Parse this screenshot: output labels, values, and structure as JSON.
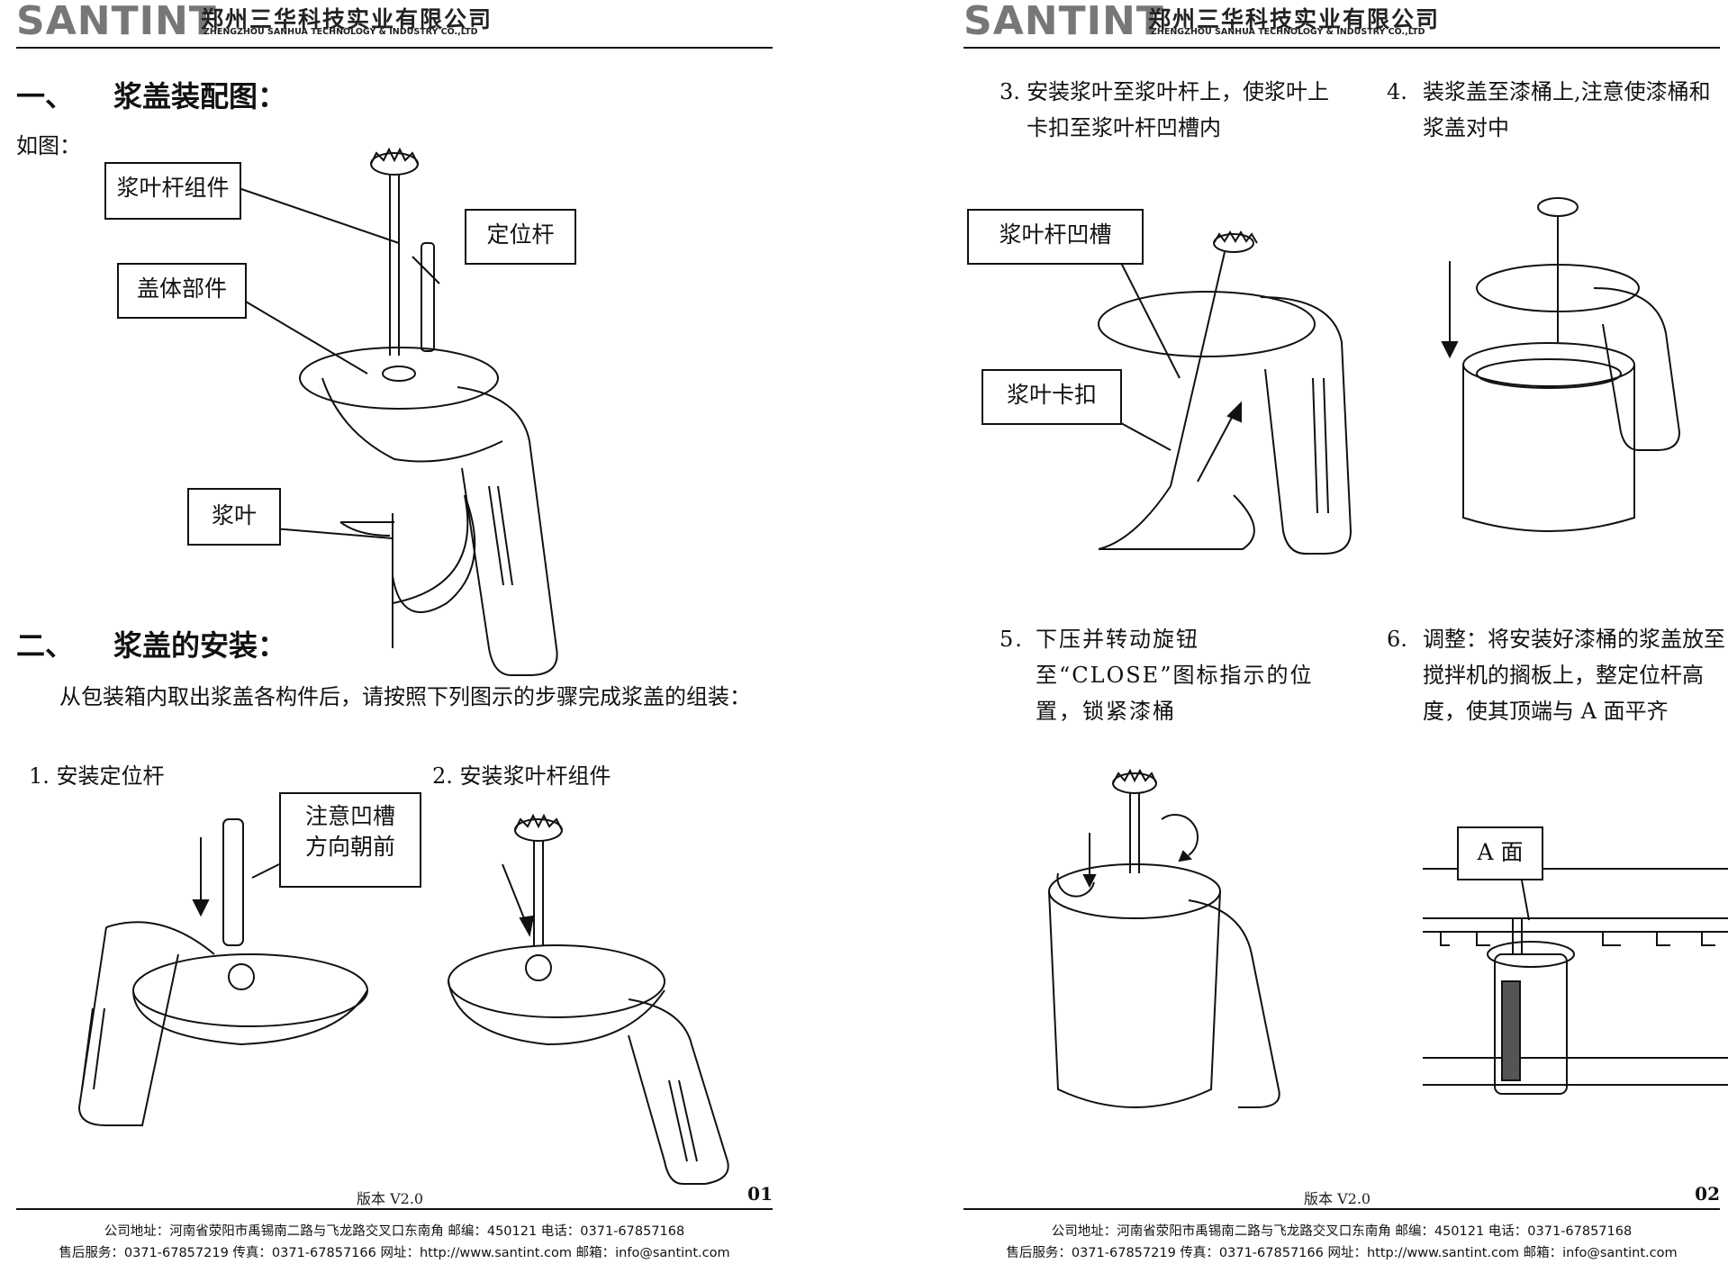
{
  "header": {
    "logo_text": "SANTINT",
    "company_cn": "郑州三华科技实业有限公司",
    "company_en": "ZHENGZHOU SANHUA TECHNOLOGY & INDUSTRY CO.,LTD"
  },
  "page1": {
    "section1": {
      "number": "一、",
      "title": "浆盖装配图：",
      "intro": "如图："
    },
    "labels": {
      "paddle_rod_assembly": "浆叶杆组件",
      "positioning_rod": "定位杆",
      "lid_body": "盖体部件",
      "paddle": "浆叶"
    },
    "section2": {
      "number": "二、",
      "title": "浆盖的安装：",
      "paragraph": "从包装箱内取出浆盖各构件后，请按照下列图示的步骤完成浆盖的组装："
    },
    "step1": {
      "title": "1. 安装定位杆",
      "note_line1": "注意凹槽",
      "note_line2": "方向朝前"
    },
    "step2": {
      "title": "2. 安装浆叶杆组件"
    },
    "page_number": "01"
  },
  "page2": {
    "step3": {
      "number": "3.",
      "text": "安装浆叶至浆叶杆上，使浆叶上卡扣至浆叶杆凹槽内",
      "label_groove": "浆叶杆凹槽",
      "label_clip": "浆叶卡扣"
    },
    "step4": {
      "number": "4.",
      "text": "装浆盖至漆桶上,注意使漆桶和浆盖对中"
    },
    "step5": {
      "number": "5.",
      "text": "下压并转动旋钮至“CLOSE”图标指示的位置，锁紧漆桶"
    },
    "step6": {
      "number": "6.",
      "text": "调整：将安装好漆桶的浆盖放至搅拌机的搁板上，整定位杆高度，使其顶端与 A 面平齐",
      "label_a": "A 面"
    },
    "page_number": "02"
  },
  "footer": {
    "version": "版本 V2.0",
    "address_line": "公司地址：河南省荥阳市禹锡南二路与飞龙路交叉口东南角  邮编：450121  电话：0371-67857168",
    "service_line": "售后服务：0371-67857219  传真：0371-67857166    网址：http://www.santint.com    邮箱：info@santint.com"
  },
  "colors": {
    "logo": "#7a7a7a",
    "text": "#111111",
    "rule": "#111111"
  }
}
